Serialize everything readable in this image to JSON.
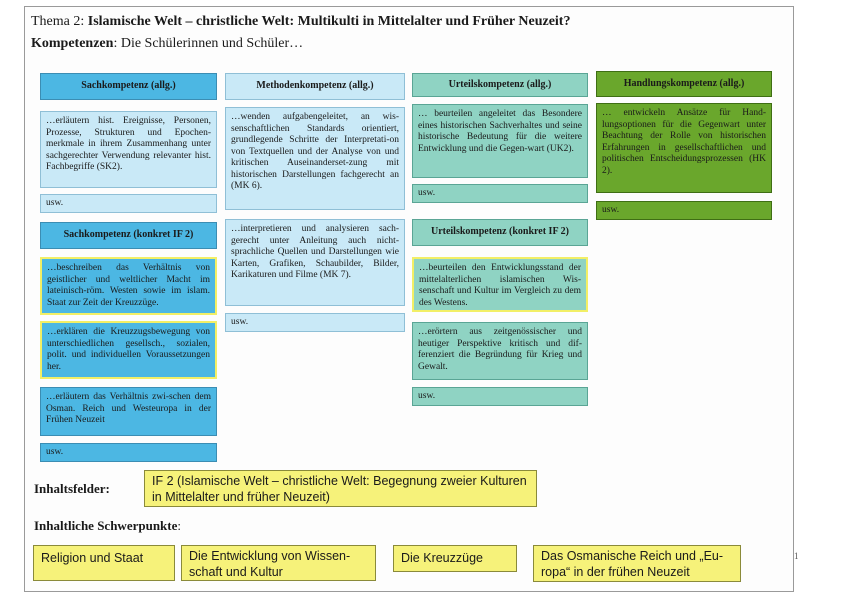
{
  "header": {
    "thema_prefix": "Thema 2: ",
    "thema_title": "Islamische Welt – christliche Welt: Multikulti in Mittelalter und Früher Neuzeit?",
    "kompetenzen_label": "Kompetenzen",
    "kompetenzen_text": ": Die Schülerinnen und Schüler…"
  },
  "col1": {
    "header": "Sachkompetenz (allg.)",
    "text": "…erläutern hist. Ereignisse, Personen, Prozesse, Strukturen und Epochen-merkmale in ihrem Zusammenhang unter sachgerechter Verwendung relevanter hist. Fachbegriffe (SK2).",
    "usw": "usw.",
    "header2": "Sachkompetenz (konkret IF 2)",
    "item1": "…beschreiben das Verhältnis von geistlicher und weltlicher Macht im lateinisch-röm. Westen sowie im islam. Staat zur Zeit der Kreuzzüge.",
    "item2": "…erklären die Kreuzzugsbewegung von unterschiedlichen gesellsch., sozialen, polit. und individuellen Voraussetzungen her.",
    "item3": "…erläutern das Verhältnis zwi-schen dem Osman. Reich und Westeuropa in der Frühen Neuzeit",
    "usw2": "usw."
  },
  "col2": {
    "header": "Methodenkompetenz (allg.)",
    "text1": "…wenden aufgabengeleitet, an wis-senschaftlichen Standards orientiert, grundlegende Schritte der Interpretati-on von Textquellen und der Analyse von und kritischen Auseinanderset-zung mit historischen Darstellungen fachgerecht an (MK 6).",
    "text2": "…interpretieren und analysieren sach-gerecht unter Anleitung auch nicht-sprachliche Quellen und Darstellungen wie Karten, Grafiken, Schaubilder, Bilder, Karikaturen und Filme (MK 7).",
    "usw": "usw."
  },
  "col3": {
    "header": "Urteilskompetenz (allg.)",
    "text": "… beurteilen angeleitet das Besondere eines historischen Sachverhaltes und seine historische Bedeutung für die weitere Entwicklung und die Gegen-wart (UK2).",
    "usw": "usw.",
    "header2": "Urteilskompetenz (konkret IF 2)",
    "item1": "…beurteilen den Entwicklungsstand der mittelalterlichen islamischen Wis-senschaft und Kultur im Vergleich zu dem des Westens.",
    "item2": "…erörtern aus zeitgenössischer und heutiger Perspektive kritisch und dif-ferenziert die Begründung für Krieg und Gewalt.",
    "usw2": "usw."
  },
  "col4": {
    "header": "Handlungskompetenz (allg.)",
    "text": "… entwickeln Ansätze für Hand-lungsoptionen für die Gegenwart unter Beachtung der Rolle von historischen Erfahrungen in gesellschaftlichen und politischen Entscheidungsprozessen (HK 2).",
    "usw": "usw."
  },
  "inhaltsfelder": {
    "label": "Inhaltsfelder:",
    "text": "IF 2 (Islamische Welt – christliche Welt: Begegnung zweier Kulturen in Mittelalter und früher Neuzeit)"
  },
  "schwerpunkte": {
    "label": "Inhaltliche Schwerpunkte",
    "colon": ":",
    "items": [
      "Religion und Staat",
      "Die Entwicklung von Wissen-schaft und Kultur",
      "Die Kreuzzüge",
      "Das Osmanische Reich und „Eu-ropa“ in der frühen Neuzeit"
    ]
  },
  "page_number": "1",
  "colors": {
    "sach": "#4cb7e3",
    "methode": "#c9e9f7",
    "urteil": "#8fd3c3",
    "handlung": "#6aa72c",
    "highlight": "#f6f27a"
  }
}
